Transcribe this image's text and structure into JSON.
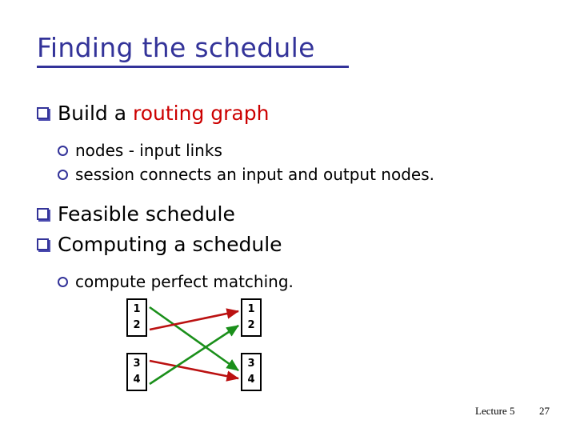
{
  "slide": {
    "title": "Finding the schedule",
    "title_color": "#333399",
    "background": "#ffffff"
  },
  "bullets": {
    "item1": {
      "marker": "square-bullet-icon",
      "text_plain": "Build a ",
      "text_highlight": "routing graph",
      "highlight_color": "#cc0000"
    },
    "sub1a": {
      "marker": "circle-bullet-icon",
      "text": "nodes - input links"
    },
    "sub1b": {
      "marker": "circle-bullet-icon",
      "text": "session connects an input and output nodes."
    },
    "item2": {
      "marker": "square-bullet-icon",
      "text": "Feasible schedule"
    },
    "item3": {
      "marker": "square-bullet-icon",
      "text": "Computing a schedule"
    },
    "sub3a": {
      "marker": "circle-bullet-icon",
      "text": "compute perfect matching."
    }
  },
  "diagram": {
    "type": "bipartite-matching",
    "colors": {
      "green": "#1a8f1a",
      "red": "#bb1111",
      "box_border": "#000000"
    },
    "input_nodes": [
      {
        "id": "in-top",
        "labels": [
          "1",
          "2"
        ]
      },
      {
        "id": "in-bottom",
        "labels": [
          "3",
          "4"
        ]
      }
    ],
    "output_nodes": [
      {
        "id": "out-top",
        "labels": [
          "1",
          "2"
        ]
      },
      {
        "id": "out-bottom",
        "labels": [
          "3",
          "4"
        ]
      }
    ],
    "edges": [
      {
        "from": "in-top",
        "to": "out-bottom",
        "color": "green"
      },
      {
        "from": "in-top",
        "to": "out-top",
        "color": "red"
      },
      {
        "from": "in-bottom",
        "to": "out-bottom",
        "color": "red"
      },
      {
        "from": "in-bottom",
        "to": "out-top",
        "color": "green"
      }
    ]
  },
  "footer": {
    "lecture": "Lecture 5",
    "page": "27"
  }
}
